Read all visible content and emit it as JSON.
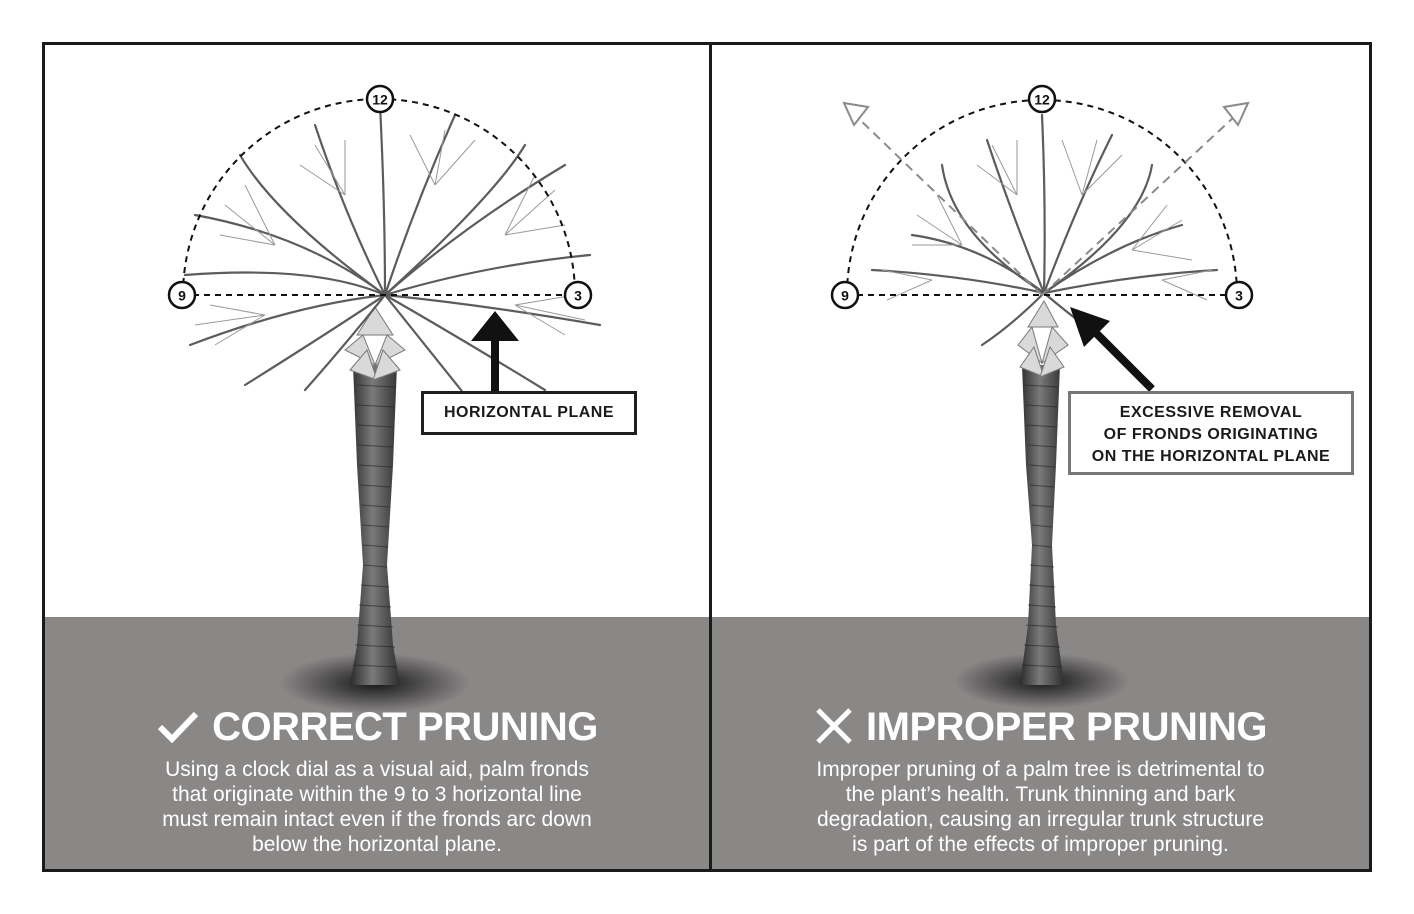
{
  "clock_labels": {
    "twelve": "12",
    "nine": "9",
    "three": "3"
  },
  "left_panel": {
    "callout": "HORIZONTAL PLANE",
    "headline": "CORRECT PRUNING",
    "headline_icon": "checkmark-icon",
    "description_lines": [
      "Using a clock dial as a visual aid, palm fronds",
      "that originate within the 9 to 3 horizontal line",
      "must remain intact even if the fronds arc down",
      "below the horizontal plane."
    ]
  },
  "right_panel": {
    "callout_lines": [
      "EXCESSIVE REMOVAL",
      "OF FRONDS ORIGINATING",
      "ON THE HORIZONTAL PLANE"
    ],
    "headline": "IMPROPER PRUNING",
    "headline_icon": "x-cross-icon",
    "description_lines": [
      "Improper pruning of a palm tree is detrimental to",
      "the plant’s health. Trunk thinning and bark",
      "degradation, causing an irregular trunk structure",
      "is part of the effects of improper pruning."
    ]
  },
  "colors": {
    "ground": "#8a8787",
    "frame": "#1a1a1a",
    "text_on_ground": "#ffffff"
  }
}
